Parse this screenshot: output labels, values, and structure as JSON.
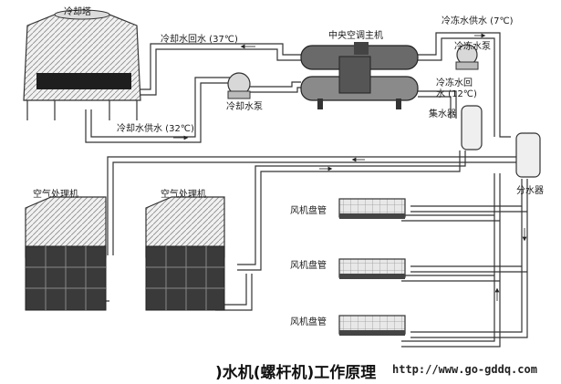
{
  "labels": {
    "cooling_tower": "冷却塔",
    "cooling_return": "冷却水回水 (37℃)",
    "cooling_supply": "冷却水供水 (32℃)",
    "cooling_pump": "冷却水泵",
    "chiller": "中央空调主机",
    "chilled_supply": "冷冻水供水 (7℃)",
    "chilled_pump": "冷冻水泵",
    "chilled_return_1": "冷冻水回",
    "chilled_return_2": "水 (12℃)",
    "return_header": "集水器",
    "supply_header": "分水器",
    "ahu_1": "空气处理机",
    "ahu_2": "空气处理机",
    "fcu_1": "风机盘管",
    "fcu_2": "风机盘管",
    "fcu_3": "风机盘管"
  },
  "caption": {
    "title": ")水机(螺杆机)工作原理",
    "url": "http://www.go-gddq.com"
  }
}
